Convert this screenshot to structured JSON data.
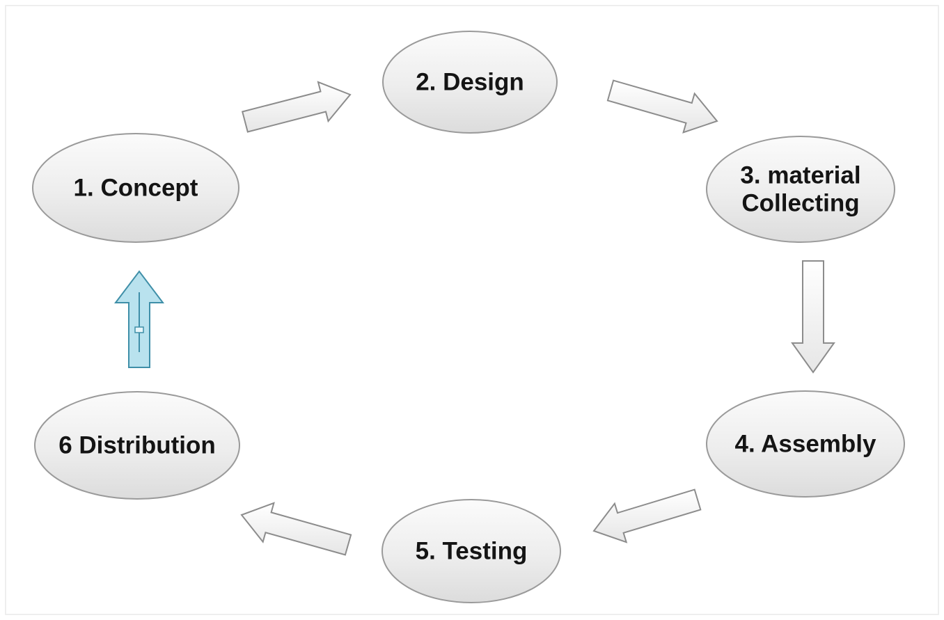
{
  "diagram": {
    "nodes": [
      {
        "id": "concept",
        "label_lines": [
          "1. Concept"
        ]
      },
      {
        "id": "design",
        "label_lines": [
          "2. Design"
        ]
      },
      {
        "id": "material",
        "label_lines": [
          "3. material",
          "Collecting"
        ]
      },
      {
        "id": "assembly",
        "label_lines": [
          "4. Assembly"
        ]
      },
      {
        "id": "testing",
        "label_lines": [
          "5. Testing"
        ]
      },
      {
        "id": "distribution",
        "label_lines": [
          "6 Distribution"
        ]
      }
    ],
    "edges": [
      {
        "from": "concept",
        "to": "design",
        "style": "outline"
      },
      {
        "from": "design",
        "to": "material",
        "style": "outline"
      },
      {
        "from": "material",
        "to": "assembly",
        "style": "outline"
      },
      {
        "from": "assembly",
        "to": "testing",
        "style": "outline"
      },
      {
        "from": "testing",
        "to": "distribution",
        "style": "outline"
      },
      {
        "from": "distribution",
        "to": "concept",
        "style": "highlighted"
      }
    ],
    "colors": {
      "node_fill_light": "#fbfbfb",
      "node_fill_dark": "#dcdcdc",
      "node_stroke": "#9a9a9a",
      "arrow_fill": "#f4f4f4",
      "arrow_stroke": "#8c8c8c",
      "highlight_fill": "#b9e2ee",
      "highlight_stroke": "#3f8fa8"
    }
  }
}
